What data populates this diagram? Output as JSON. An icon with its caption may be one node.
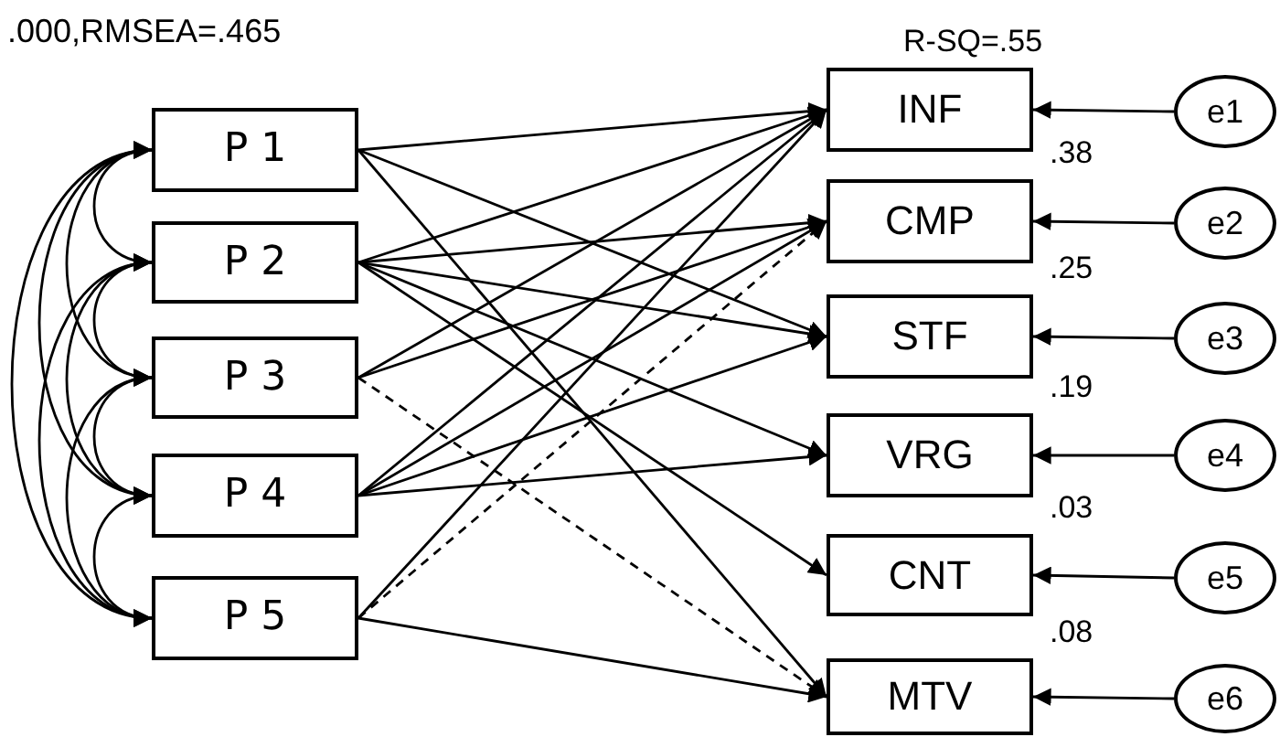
{
  "diagram": {
    "nodes": [
      {
        "text": [
          "P 1"
        ]
      },
      {
        "text": [
          "P 2"
        ]
      },
      {
        "text": [
          "P 3"
        ]
      },
      {
        "text": [
          "P 4"
        ]
      },
      {
        "text": [
          "P 5"
        ]
      },
      {
        "text": [
          "INF"
        ],
        "beside": [
          "R-SQ=.55"
        ]
      },
      {
        "text": [
          "CMP"
        ],
        "beside": [
          ".38"
        ]
      },
      {
        "text": [
          "STF"
        ],
        "beside": [
          ".25"
        ]
      },
      {
        "text": [
          "VRG"
        ],
        "beside": [
          ".19"
        ]
      },
      {
        "text": [
          "CNT"
        ],
        "beside": [
          ".03"
        ]
      },
      {
        "text": [
          "MTV"
        ],
        "beside": [
          ".08"
        ]
      },
      {
        "text": [
          "e1"
        ]
      },
      {
        "text": [
          "e2"
        ]
      },
      {
        "text": [
          "e3"
        ]
      },
      {
        "text": [
          "e4"
        ]
      },
      {
        "text": [
          "e5"
        ]
      },
      {
        "text": [
          "e6"
        ]
      }
    ],
    "edges": [
      {
        "from": 0,
        "to": 1,
        "arrow": "both"
      },
      {
        "from": 0,
        "to": 2,
        "arrow": "both"
      },
      {
        "from": 0,
        "to": 3,
        "arrow": "both"
      },
      {
        "from": 0,
        "to": 4,
        "arrow": "both"
      },
      {
        "from": 1,
        "to": 2,
        "arrow": "both"
      },
      {
        "from": 1,
        "to": 3,
        "arrow": "both"
      },
      {
        "from": 1,
        "to": 4,
        "arrow": "both"
      },
      {
        "from": 2,
        "to": 3,
        "arrow": "both"
      },
      {
        "from": 2,
        "to": 4,
        "arrow": "both"
      },
      {
        "from": 3,
        "to": 4,
        "arrow": "both"
      },
      {
        "from": 0,
        "to": 5,
        "arrow": "to"
      },
      {
        "from": 0,
        "to": 7,
        "arrow": "to"
      },
      {
        "from": 0,
        "to": 10,
        "arrow": "to"
      },
      {
        "from": 1,
        "to": 5,
        "arrow": "to"
      },
      {
        "from": 1,
        "to": 6,
        "arrow": "to"
      },
      {
        "from": 1,
        "to": 7,
        "arrow": "to"
      },
      {
        "from": 1,
        "to": 8,
        "arrow": "to"
      },
      {
        "from": 1,
        "to": 9,
        "arrow": "to"
      },
      {
        "from": 2,
        "to": 5,
        "arrow": "to"
      },
      {
        "from": 2,
        "to": 6,
        "arrow": "to"
      },
      {
        "from": 2,
        "to": 10,
        "arrow": "to",
        "style": "dashed"
      },
      {
        "from": 3,
        "to": 5,
        "arrow": "to"
      },
      {
        "from": 3,
        "to": 6,
        "arrow": "to"
      },
      {
        "from": 3,
        "to": 7,
        "arrow": "to"
      },
      {
        "from": 3,
        "to": 8,
        "arrow": "to"
      },
      {
        "from": 4,
        "to": 5,
        "arrow": "to"
      },
      {
        "from": 4,
        "to": 6,
        "arrow": "to",
        "style": "dashed"
      },
      {
        "from": 4,
        "to": 10,
        "arrow": "to"
      },
      {
        "from": 11,
        "to": 5,
        "arrow": "to"
      },
      {
        "from": 12,
        "to": 6,
        "arrow": "to"
      },
      {
        "from": 13,
        "to": 7,
        "arrow": "to"
      },
      {
        "from": 14,
        "to": 8,
        "arrow": "to"
      },
      {
        "from": 15,
        "to": 9,
        "arrow": "to"
      },
      {
        "from": 16,
        "to": 10,
        "arrow": "to"
      }
    ],
    "labels": [
      ".000,RMSEA=.465"
    ]
  }
}
